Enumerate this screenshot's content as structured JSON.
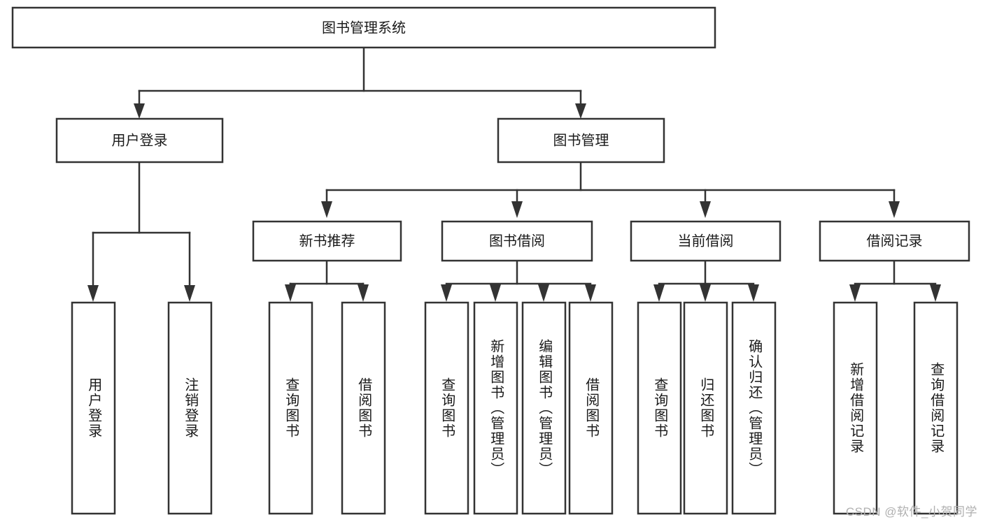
{
  "diagram": {
    "title": "图书管理系统",
    "type": "tree-hierarchy-diagram",
    "colors": {
      "stroke": "#333333",
      "fill": "#ffffff",
      "text": "#1a1a1a",
      "watermark": "#b0b0b0"
    },
    "root": {
      "label": "图书管理系统"
    },
    "level2": [
      {
        "label": "用户登录"
      },
      {
        "label": "图书管理"
      }
    ],
    "level3": [
      {
        "label": "新书推荐"
      },
      {
        "label": "图书借阅"
      },
      {
        "label": "当前借阅"
      },
      {
        "label": "借阅记录"
      }
    ],
    "leaves": {
      "user_login": [
        {
          "label": "用户登录"
        },
        {
          "label": "注销登录"
        }
      ],
      "new_book_recommend": [
        {
          "label": "查询图书"
        },
        {
          "label": "借阅图书"
        }
      ],
      "book_borrow": [
        {
          "label": "查询图书"
        },
        {
          "label": "新增图书（管理员）"
        },
        {
          "label": "编辑图书（管理员）"
        },
        {
          "label": "借阅图书"
        }
      ],
      "current_borrow": [
        {
          "label": "查询图书"
        },
        {
          "label": "归还图书"
        },
        {
          "label": "确认归还（管理员）"
        }
      ],
      "borrow_record": [
        {
          "label": "新增借阅记录"
        },
        {
          "label": "查询借阅记录"
        }
      ]
    },
    "watermark": "CSDN @软件_小贺同学"
  }
}
